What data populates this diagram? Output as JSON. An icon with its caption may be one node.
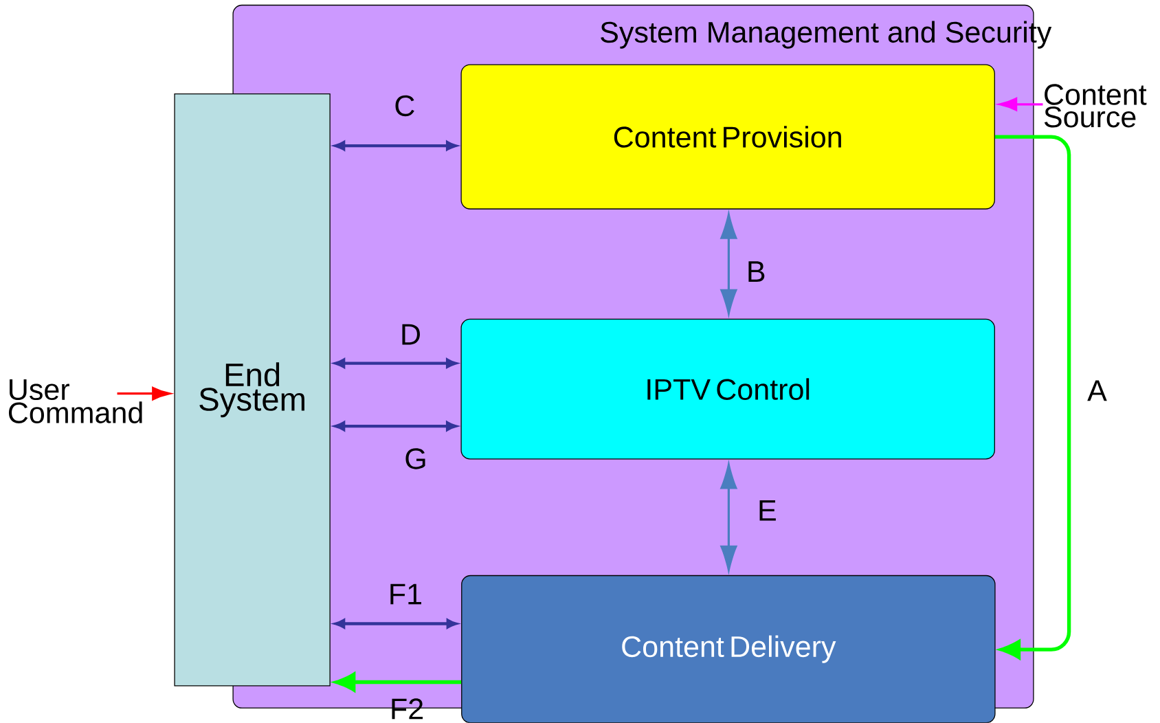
{
  "diagram": {
    "nodes": [
      {
        "text": [
          "System Management and Security"
        ]
      },
      {
        "text": [
          "Content Provision"
        ],
        "in": 0
      },
      {
        "text": [
          "IPTV Control"
        ],
        "in": 0
      },
      {
        "text": [
          "Content Delivery"
        ]
      },
      {
        "text": [
          "End System"
        ]
      },
      {
        "text": [
          "User Command"
        ]
      },
      {
        "text": [
          "Content Source"
        ]
      }
    ],
    "edges": [
      {
        "from": 4,
        "to": 1,
        "arrow": "both",
        "label": "C"
      },
      {
        "from": 1,
        "to": 2,
        "arrow": "both",
        "label": "B",
        "color": "#4a7ebf"
      },
      {
        "from": 4,
        "to": 2,
        "arrow": "both",
        "label": "D"
      },
      {
        "from": 4,
        "to": 2,
        "arrow": "both",
        "label": "G"
      },
      {
        "from": 2,
        "to": 3,
        "arrow": "both",
        "label": "E",
        "color": "#4a7ebf"
      },
      {
        "from": 4,
        "to": 3,
        "arrow": "both",
        "label": "F1"
      },
      {
        "from": 3,
        "to": 4,
        "arrow": "to",
        "label": "F2",
        "color": "#00ff00"
      },
      {
        "from": 1,
        "to": 3,
        "arrow": "to",
        "label": "A",
        "color": "#00ff00"
      },
      {
        "from": 5,
        "to": 4,
        "arrow": "to",
        "color": "#ff0000"
      },
      {
        "from": 6,
        "to": 1,
        "arrow": "to",
        "color": "#ff00ff"
      }
    ]
  }
}
